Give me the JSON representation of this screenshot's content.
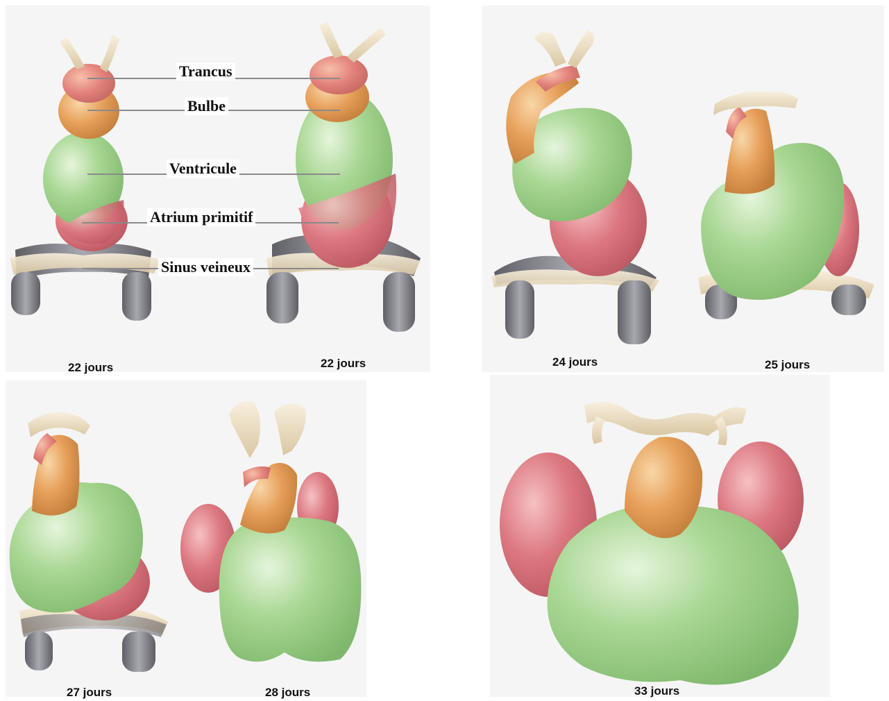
{
  "labels": {
    "trancus": "Trancus",
    "bulbe": "Bulbe",
    "ventricule": "Ventricule",
    "atrium": "Atrium primitif",
    "sinus": "Sinus veineux"
  },
  "captions": [
    "22 jours",
    "22 jours",
    "24 jours",
    "25 jours",
    "27 jours",
    "28 jours",
    "33 jours"
  ],
  "colors": {
    "trancus": "#e07a72",
    "bulbe": "#e8a35a",
    "ventricule": "#a7d592",
    "atrium": "#d9707c",
    "sinus": "#8c8c92",
    "aortic_arches": "#eadcc0",
    "background": "#f5f5f5"
  }
}
